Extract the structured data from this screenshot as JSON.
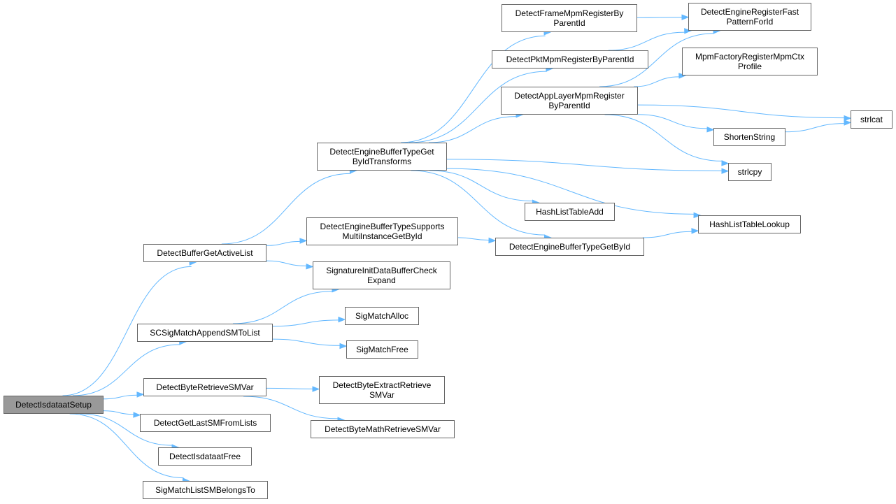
{
  "graph": {
    "colors": {
      "edge": "#63b8ff",
      "root_fill": "#999999",
      "node_border": "#666666"
    },
    "nodes": [
      {
        "id": "detect-isdataat-setup",
        "label": "DetectIsdataatSetup",
        "root": true
      },
      {
        "id": "detect-buffer-get-active-list",
        "label": "DetectBufferGetActiveList"
      },
      {
        "id": "sc-sig-match-append-sm-to-list",
        "label": "SCSigMatchAppendSMToList"
      },
      {
        "id": "detect-byte-retrieve-sm-var",
        "label": "DetectByteRetrieveSMVar"
      },
      {
        "id": "detect-get-last-sm-from-lists",
        "label": "DetectGetLastSMFromLists"
      },
      {
        "id": "detect-isdataat-free",
        "label": "DetectIsdataatFree"
      },
      {
        "id": "sig-match-list-sm-belongs-to",
        "label": "SigMatchListSMBelongsTo"
      },
      {
        "id": "detect-engine-buffer-type-get-by-id-transforms",
        "label": "DetectEngineBufferTypeGet\nByIdTransforms"
      },
      {
        "id": "detect-engine-buffer-type-supports-multi-instance-get-by-id",
        "label": "DetectEngineBufferTypeSupports\nMultiInstanceGetById"
      },
      {
        "id": "signature-init-data-buffer-check-expand",
        "label": "SignatureInitDataBufferCheck\nExpand"
      },
      {
        "id": "sig-match-alloc",
        "label": "SigMatchAlloc"
      },
      {
        "id": "sig-match-free",
        "label": "SigMatchFree"
      },
      {
        "id": "detect-byte-extract-retrieve-sm-var",
        "label": "DetectByteExtractRetrieve\nSMVar"
      },
      {
        "id": "detect-byte-math-retrieve-sm-var",
        "label": "DetectByteMathRetrieveSMVar"
      },
      {
        "id": "detect-frame-mpm-register-by-parent-id",
        "label": "DetectFrameMpmRegisterBy\nParentId"
      },
      {
        "id": "detect-pkt-mpm-register-by-parent-id",
        "label": "DetectPktMpmRegisterByParentId"
      },
      {
        "id": "detect-app-layer-mpm-register-by-parent-id",
        "label": "DetectAppLayerMpmRegister\nByParentId"
      },
      {
        "id": "hash-list-table-add",
        "label": "HashListTableAdd"
      },
      {
        "id": "detect-engine-buffer-type-get-by-id",
        "label": "DetectEngineBufferTypeGetById"
      },
      {
        "id": "detect-engine-register-fast-pattern-for-id",
        "label": "DetectEngineRegisterFast\nPatternForId"
      },
      {
        "id": "mpm-factory-register-mpm-ctx-profile",
        "label": "MpmFactoryRegisterMpmCtx\nProfile"
      },
      {
        "id": "shorten-string",
        "label": "ShortenString"
      },
      {
        "id": "strlcat",
        "label": "strlcat"
      },
      {
        "id": "strlcpy",
        "label": "strlcpy"
      },
      {
        "id": "hash-list-table-lookup",
        "label": "HashListTableLookup"
      }
    ],
    "edges": [
      [
        "detect-isdataat-setup",
        "detect-buffer-get-active-list"
      ],
      [
        "detect-isdataat-setup",
        "sc-sig-match-append-sm-to-list"
      ],
      [
        "detect-isdataat-setup",
        "detect-byte-retrieve-sm-var"
      ],
      [
        "detect-isdataat-setup",
        "detect-get-last-sm-from-lists"
      ],
      [
        "detect-isdataat-setup",
        "detect-isdataat-free"
      ],
      [
        "detect-isdataat-setup",
        "sig-match-list-sm-belongs-to"
      ],
      [
        "detect-buffer-get-active-list",
        "detect-engine-buffer-type-get-by-id-transforms"
      ],
      [
        "detect-buffer-get-active-list",
        "detect-engine-buffer-type-supports-multi-instance-get-by-id"
      ],
      [
        "detect-buffer-get-active-list",
        "signature-init-data-buffer-check-expand"
      ],
      [
        "sc-sig-match-append-sm-to-list",
        "signature-init-data-buffer-check-expand"
      ],
      [
        "sc-sig-match-append-sm-to-list",
        "sig-match-alloc"
      ],
      [
        "sc-sig-match-append-sm-to-list",
        "sig-match-free"
      ],
      [
        "detect-byte-retrieve-sm-var",
        "detect-byte-extract-retrieve-sm-var"
      ],
      [
        "detect-byte-retrieve-sm-var",
        "detect-byte-math-retrieve-sm-var"
      ],
      [
        "detect-engine-buffer-type-get-by-id-transforms",
        "detect-frame-mpm-register-by-parent-id"
      ],
      [
        "detect-engine-buffer-type-get-by-id-transforms",
        "detect-pkt-mpm-register-by-parent-id"
      ],
      [
        "detect-engine-buffer-type-get-by-id-transforms",
        "detect-app-layer-mpm-register-by-parent-id"
      ],
      [
        "detect-engine-buffer-type-get-by-id-transforms",
        "strlcpy"
      ],
      [
        "detect-engine-buffer-type-get-by-id-transforms",
        "hash-list-table-add"
      ],
      [
        "detect-engine-buffer-type-get-by-id-transforms",
        "hash-list-table-lookup"
      ],
      [
        "detect-engine-buffer-type-get-by-id-transforms",
        "detect-engine-buffer-type-get-by-id"
      ],
      [
        "detect-engine-buffer-type-supports-multi-instance-get-by-id",
        "detect-engine-buffer-type-get-by-id"
      ],
      [
        "detect-engine-buffer-type-get-by-id",
        "hash-list-table-lookup"
      ],
      [
        "detect-frame-mpm-register-by-parent-id",
        "detect-engine-register-fast-pattern-for-id"
      ],
      [
        "detect-pkt-mpm-register-by-parent-id",
        "detect-engine-register-fast-pattern-for-id"
      ],
      [
        "detect-app-layer-mpm-register-by-parent-id",
        "detect-engine-register-fast-pattern-for-id"
      ],
      [
        "detect-app-layer-mpm-register-by-parent-id",
        "mpm-factory-register-mpm-ctx-profile"
      ],
      [
        "detect-app-layer-mpm-register-by-parent-id",
        "strlcat"
      ],
      [
        "detect-app-layer-mpm-register-by-parent-id",
        "shorten-string"
      ],
      [
        "detect-app-layer-mpm-register-by-parent-id",
        "strlcpy"
      ],
      [
        "shorten-string",
        "strlcat"
      ]
    ]
  }
}
